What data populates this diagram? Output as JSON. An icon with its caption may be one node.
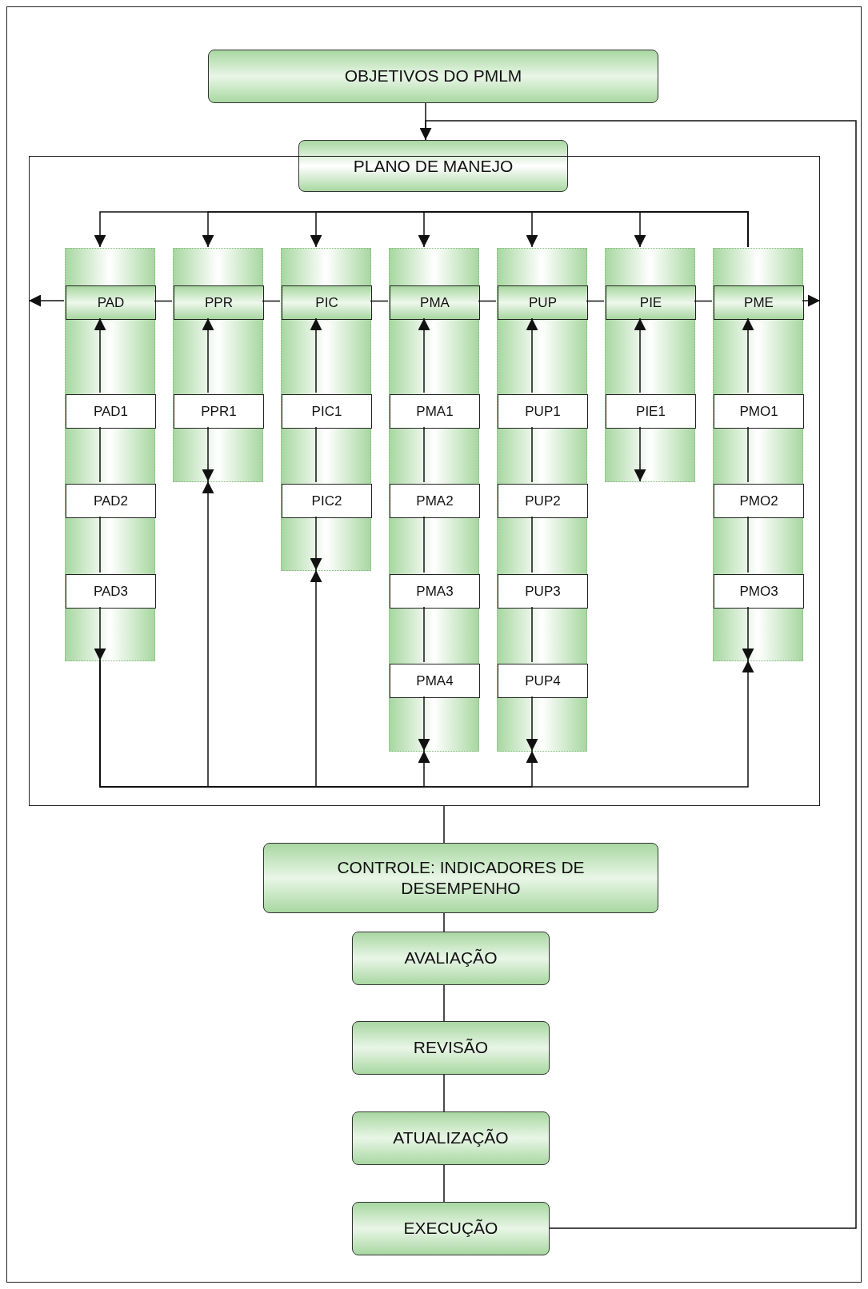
{
  "diagram": {
    "nodes": [
      {
        "text": [
          "OBJETIVOS DO PMLM"
        ]
      },
      {
        "text": [
          "PLANO DE MANEJO"
        ]
      },
      {
        "text": [],
        "shape": "box"
      },
      {
        "text": [],
        "shape": "bar",
        "in": 2
      },
      {
        "text": [
          "PAD"
        ],
        "in": 3
      },
      {
        "text": [
          "PAD1"
        ],
        "in": 3
      },
      {
        "text": [
          "PAD2"
        ],
        "in": 3
      },
      {
        "text": [
          "PAD3"
        ],
        "in": 3
      },
      {
        "text": [],
        "shape": "bar",
        "in": 2
      },
      {
        "text": [
          "PPR"
        ],
        "in": 8
      },
      {
        "text": [
          "PPR1"
        ],
        "in": 8
      },
      {
        "text": [],
        "shape": "bar",
        "in": 2
      },
      {
        "text": [
          "PIC"
        ],
        "in": 11
      },
      {
        "text": [
          "PIC1"
        ],
        "in": 11
      },
      {
        "text": [
          "PIC2"
        ],
        "in": 11
      },
      {
        "text": [],
        "shape": "bar",
        "in": 2
      },
      {
        "text": [
          "PMA"
        ],
        "in": 15
      },
      {
        "text": [
          "PMA1"
        ],
        "in": 15
      },
      {
        "text": [
          "PMA2"
        ],
        "in": 15
      },
      {
        "text": [
          "PMA3"
        ],
        "in": 15
      },
      {
        "text": [
          "PMA4"
        ],
        "in": 15
      },
      {
        "text": [],
        "shape": "bar",
        "in": 2
      },
      {
        "text": [
          "PUP"
        ],
        "in": 21
      },
      {
        "text": [
          "PUP1"
        ],
        "in": 21
      },
      {
        "text": [
          "PUP2"
        ],
        "in": 21
      },
      {
        "text": [
          "PUP3"
        ],
        "in": 21
      },
      {
        "text": [
          "PUP4"
        ],
        "in": 21
      },
      {
        "text": [],
        "shape": "bar",
        "in": 2
      },
      {
        "text": [
          "PIE"
        ],
        "in": 27
      },
      {
        "text": [
          "PIE1"
        ],
        "in": 27
      },
      {
        "text": [],
        "shape": "bar",
        "in": 2
      },
      {
        "text": [
          "PME"
        ],
        "in": 30
      },
      {
        "text": [
          "PMO1"
        ],
        "in": 30
      },
      {
        "text": [
          "PMO2"
        ],
        "in": 30
      },
      {
        "text": [
          "PMO3"
        ],
        "in": 30
      },
      {
        "text": [
          "CONTROLE: INDICADORES DE DESEMPENHO"
        ]
      },
      {
        "text": [
          "AVALIAÇÃO"
        ]
      },
      {
        "text": [
          "REVISÃO"
        ]
      },
      {
        "text": [
          "ATUALIZAÇÃO"
        ]
      },
      {
        "text": [
          "EXECUÇÃO"
        ]
      }
    ],
    "edges": [
      {
        "from": 0,
        "to": 1,
        "arrow": "none"
      },
      {
        "from": 39,
        "to": 1,
        "arrow": "to"
      },
      {
        "from": 30,
        "to": 3,
        "arrow": "to"
      },
      {
        "from": 30,
        "to": 8,
        "arrow": "to"
      },
      {
        "from": 30,
        "to": 11,
        "arrow": "to"
      },
      {
        "from": 30,
        "to": 15,
        "arrow": "to"
      },
      {
        "from": 30,
        "to": 21,
        "arrow": "to"
      },
      {
        "from": 30,
        "to": 27,
        "arrow": "to"
      },
      {
        "from": 4,
        "to": 2,
        "arrow": "to"
      },
      {
        "from": 4,
        "to": 9,
        "arrow": "none"
      },
      {
        "from": 9,
        "to": 12,
        "arrow": "none"
      },
      {
        "from": 12,
        "to": 16,
        "arrow": "none"
      },
      {
        "from": 16,
        "to": 22,
        "arrow": "none"
      },
      {
        "from": 22,
        "to": 28,
        "arrow": "none"
      },
      {
        "from": 28,
        "to": 31,
        "arrow": "none"
      },
      {
        "from": 31,
        "to": 2,
        "arrow": "to"
      },
      {
        "from": 5,
        "to": 4,
        "arrow": "to"
      },
      {
        "from": 5,
        "to": 6,
        "arrow": "none"
      },
      {
        "from": 6,
        "to": 7,
        "arrow": "none"
      },
      {
        "from": 7,
        "to": 3,
        "arrow": "to"
      },
      {
        "from": 10,
        "to": 9,
        "arrow": "to"
      },
      {
        "from": 10,
        "to": 8,
        "arrow": "to"
      },
      {
        "from": 13,
        "to": 12,
        "arrow": "to"
      },
      {
        "from": 13,
        "to": 14,
        "arrow": "none"
      },
      {
        "from": 14,
        "to": 11,
        "arrow": "to"
      },
      {
        "from": 17,
        "to": 16,
        "arrow": "to"
      },
      {
        "from": 17,
        "to": 18,
        "arrow": "none"
      },
      {
        "from": 18,
        "to": 19,
        "arrow": "none"
      },
      {
        "from": 19,
        "to": 20,
        "arrow": "none"
      },
      {
        "from": 20,
        "to": 15,
        "arrow": "to"
      },
      {
        "from": 23,
        "to": 22,
        "arrow": "to"
      },
      {
        "from": 23,
        "to": 24,
        "arrow": "none"
      },
      {
        "from": 24,
        "to": 25,
        "arrow": "none"
      },
      {
        "from": 25,
        "to": 26,
        "arrow": "none"
      },
      {
        "from": 26,
        "to": 21,
        "arrow": "to"
      },
      {
        "from": 29,
        "to": 28,
        "arrow": "to"
      },
      {
        "from": 29,
        "to": 27,
        "arrow": "to"
      },
      {
        "from": 32,
        "to": 31,
        "arrow": "to"
      },
      {
        "from": 32,
        "to": 33,
        "arrow": "none"
      },
      {
        "from": 33,
        "to": 34,
        "arrow": "none"
      },
      {
        "from": 34,
        "to": 30,
        "arrow": "to"
      },
      {
        "from": 3,
        "to": 8,
        "arrow": "to"
      },
      {
        "from": 3,
        "to": 11,
        "arrow": "to"
      },
      {
        "from": 3,
        "to": 15,
        "arrow": "to"
      },
      {
        "from": 3,
        "to": 21,
        "arrow": "to"
      },
      {
        "from": 3,
        "to": 30,
        "arrow": "to"
      },
      {
        "from": 2,
        "to": 35,
        "arrow": "none"
      },
      {
        "from": 35,
        "to": 36,
        "arrow": "none"
      },
      {
        "from": 36,
        "to": 37,
        "arrow": "none"
      },
      {
        "from": 37,
        "to": 38,
        "arrow": "none"
      },
      {
        "from": 38,
        "to": 39,
        "arrow": "none"
      }
    ]
  }
}
